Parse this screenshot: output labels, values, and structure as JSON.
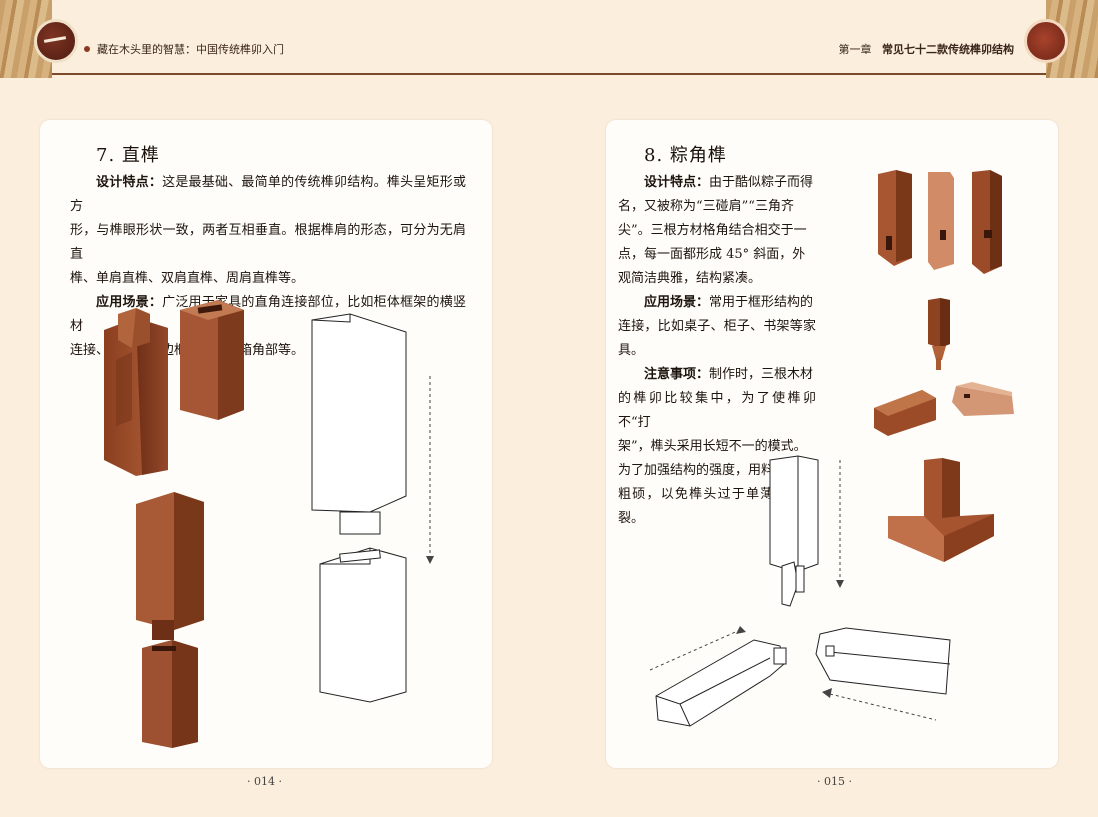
{
  "header": {
    "book_title": "藏在木头里的智慧：中国传统榫卯入门",
    "chapter": "第一章",
    "chapter_title": "常见七十二款传统榫卯结构"
  },
  "left_page": {
    "title": "7. 直榫",
    "features_label": "设计特点：",
    "features_text_1": "这是最基础、最简单的传统榫卯结构。榫头呈矩形或方",
    "features_text_2": "形，与榫眼形状一致，两者互相垂直。根据榫肩的形态，可分为无肩直",
    "features_text_3": "榫、单肩直榫、双肩直榫、周肩直榫等。",
    "usage_label": "应用场景：",
    "usage_text_1": "广泛用于家具的直角连接部位，比如柜体框架的横竖材",
    "usage_text_2": "连接、门扇窗的边框结合、木箱角部等。",
    "page_number": "· 014 ·"
  },
  "right_page": {
    "title": "8. 粽角榫",
    "features_label": "设计特点：",
    "features_text_1": "由于酷似粽子而得",
    "features_text_2": "名，又被称为“三碰肩”“三角齐",
    "features_text_3": "尖”。三根方材格角结合相交于一",
    "features_text_4": "点，每一面都形成 45° 斜面，外",
    "features_text_5": "观简洁典雅，结构紧凑。",
    "usage_label": "应用场景：",
    "usage_text_1": "常用于框形结构的",
    "usage_text_2": "连接，比如桌子、柜子、书架等家具。",
    "notes_label": "注意事项：",
    "notes_text_1": "制作时，三根木材",
    "notes_text_2": "的榫卯比较集中，为了使榫卯不“打",
    "notes_text_3": "架”，榫头采用长短不一的模式。",
    "notes_text_4": "为了加强结构的强度，用料需适当",
    "notes_text_5": "粗硕，以免榫头过于单薄而易断裂。",
    "page_number": "· 015 ·"
  },
  "colors": {
    "wood_dark": "#7a3a1e",
    "wood_mid": "#a5552e",
    "wood_light": "#c9784a",
    "background": "#fbeedd"
  }
}
